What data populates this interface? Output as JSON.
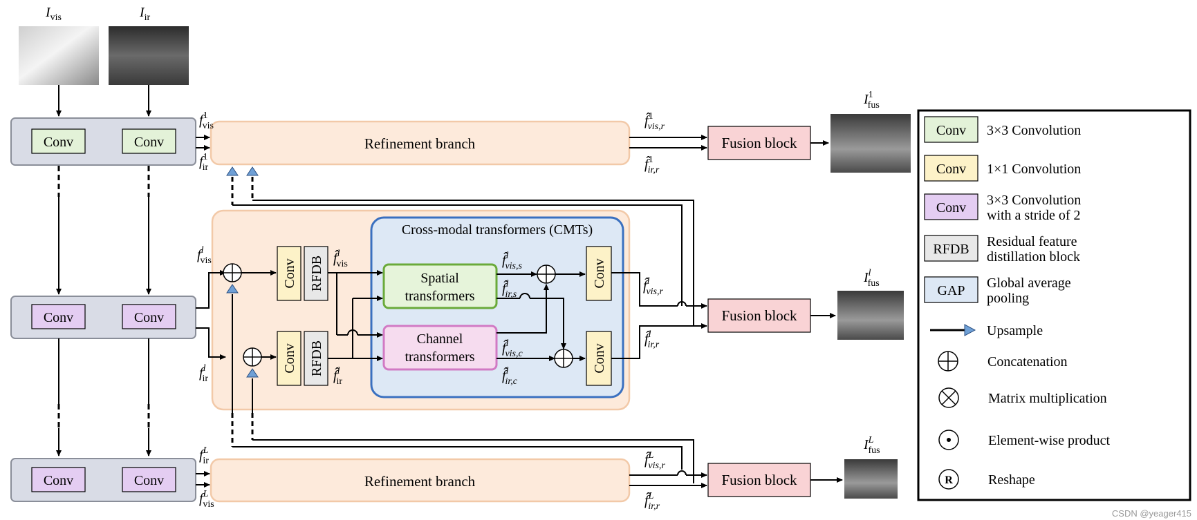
{
  "inputs": {
    "vis_sym": "I",
    "vis_sub": "vis",
    "ir_sym": "I",
    "ir_sub": "ir"
  },
  "blocks": {
    "conv": "Conv",
    "rfdb": "RFDB",
    "refinement": "Refinement branch",
    "fusion": "Fusion block",
    "cmt_title": "Cross-modal transformers (CMTs)",
    "spatial_1": "Spatial",
    "spatial_2": "transformers",
    "channel_1": "Channel",
    "channel_2": "transformers"
  },
  "features": {
    "f": "f",
    "fhat": "f̂",
    "vis": "vis",
    "ir": "ir",
    "sup_1": "1",
    "sup_l": "l",
    "sup_L": "L",
    "vis_r": "vis,r",
    "ir_r": "ir,r",
    "vis_s": "vis,s",
    "ir_s": "ir,s",
    "vis_c": "vis,c",
    "ir_c": "ir,c",
    "fus": "fus"
  },
  "legend": {
    "items": [
      {
        "key": "Conv",
        "line1": "3×3 Convolution",
        "line2": "",
        "color": "#e3f2d8"
      },
      {
        "key": "Conv",
        "line1": "1×1 Convolution",
        "line2": "",
        "color": "#fdf2c8"
      },
      {
        "key": "Conv",
        "line1": "3×3 Convolution",
        "line2": "with a stride of 2",
        "color": "#e4cdf2"
      },
      {
        "key": "RFDB",
        "line1": "Residual feature",
        "line2": "distillation block",
        "color": "#e8e8e8"
      },
      {
        "key": "GAP",
        "line1": "Global average",
        "line2": "pooling",
        "color": "#dde8f5"
      }
    ],
    "upsample": "Upsample",
    "concat": "Concatenation",
    "matmul": "Matrix multiplication",
    "elementwise": "Element-wise product",
    "reshape_sym": "R",
    "reshape": "Reshape"
  },
  "watermark": "CSDN @yeager415",
  "colors": {
    "encoder_fill": "#d9dce6",
    "encoder_stroke": "#8a8e99",
    "conv3_fill": "#e3f2d8",
    "conv1_fill": "#fdf2c8",
    "convs2_fill": "#e4cdf2",
    "rfdb_fill": "#e8e8e8",
    "refine_fill": "#fdeadb",
    "refine_stroke": "#f2c9a8",
    "cmt_fill": "#dde8f5",
    "cmt_stroke": "#3a70c0",
    "spatial_fill": "#e6f4da",
    "spatial_stroke": "#6aaa3a",
    "channel_fill": "#f6dcef",
    "channel_stroke": "#d17ac4",
    "fusion_fill": "#f9d3d5",
    "upsample_fill": "#6fa0d6"
  }
}
